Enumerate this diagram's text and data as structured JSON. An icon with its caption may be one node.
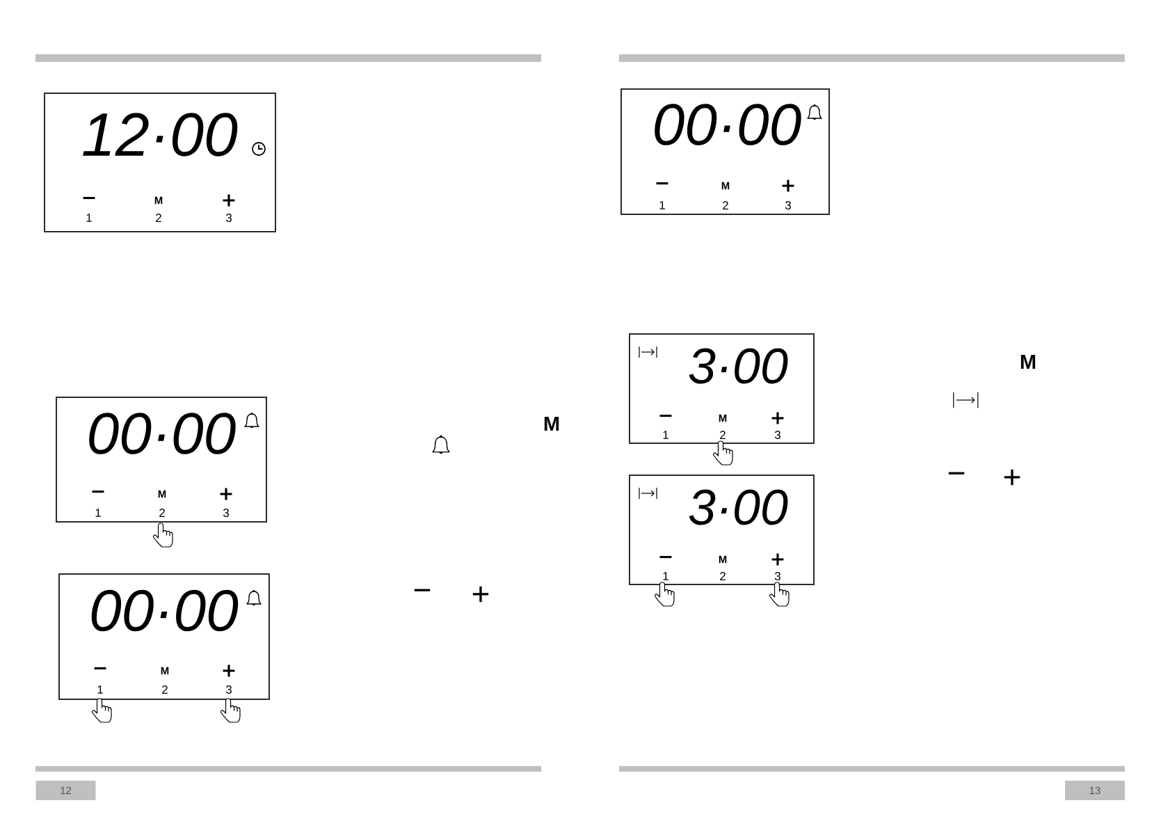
{
  "diagram": {
    "nodes": [
      {
        "text": [
          "12·00",
          "−",
          "M",
          "+",
          "1",
          "2",
          "3"
        ]
      },
      {
        "text": [
          "00·00",
          "−",
          "M",
          "+",
          "1",
          "2",
          "3"
        ]
      },
      {
        "text": [
          "00·00",
          "−",
          "M",
          "+",
          "1",
          "2",
          "3"
        ]
      },
      {
        "text": [
          "00·00",
          "−",
          "M",
          "+",
          "1",
          "2",
          "3"
        ]
      },
      {
        "text": [
          "3·00",
          "−",
          "M",
          "+",
          "1",
          "2",
          "3"
        ]
      },
      {
        "text": [
          "3·00",
          "−",
          "M",
          "+",
          "1",
          "2",
          "3"
        ]
      }
    ],
    "labels": [
      "M",
      "−",
      "+",
      "12",
      "M",
      "−",
      "+",
      "13"
    ]
  }
}
